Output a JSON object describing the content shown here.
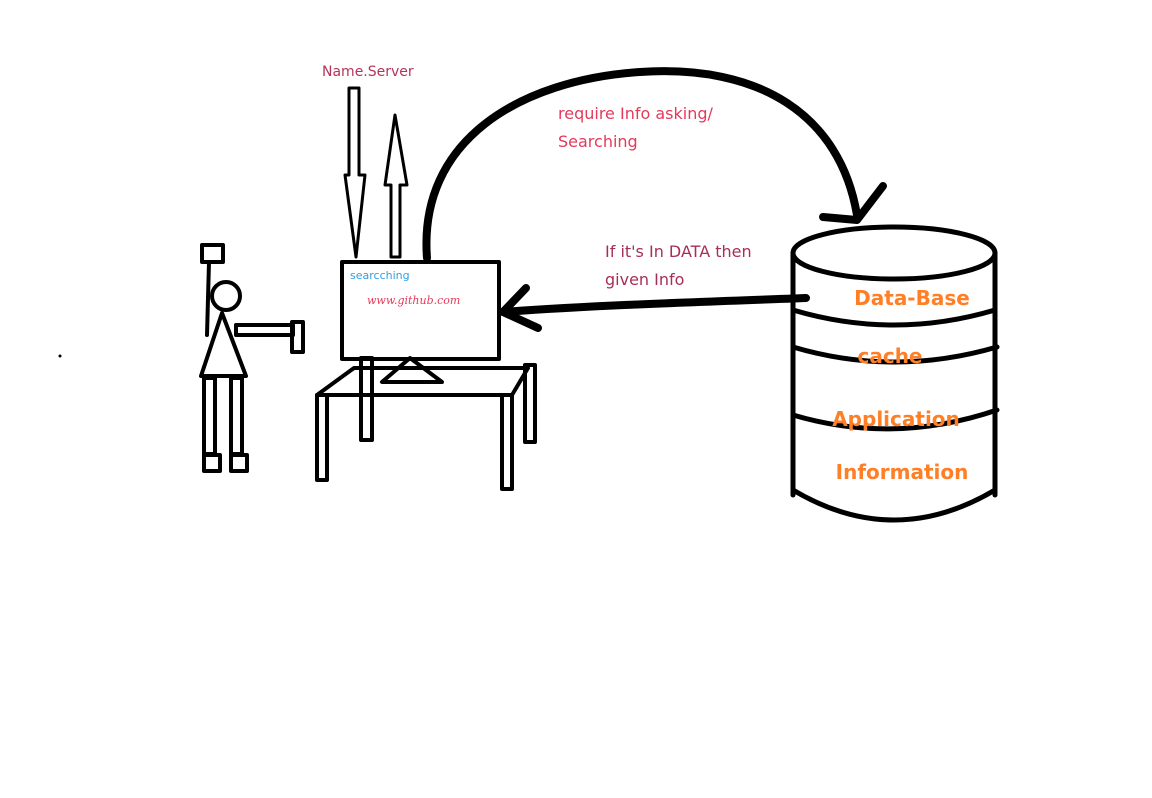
{
  "labels": {
    "name_server": "Name.Server",
    "require_info": "require Info asking/ Searching",
    "if_in_data": "If it's In DATA then given Info"
  },
  "screen": {
    "search_text": "searcching",
    "url": "www.github.com"
  },
  "database": {
    "layers": [
      "Data-Base",
      "cache",
      "Application",
      "Information"
    ]
  },
  "colors": {
    "stroke": "#000000",
    "name_server": "#b5335a",
    "require_info": "#e5395a",
    "if_in_data": "#a82e58",
    "screen_search": "#2fa0e6",
    "screen_url": "#e5395a",
    "database_labels": "#ff7f27"
  }
}
